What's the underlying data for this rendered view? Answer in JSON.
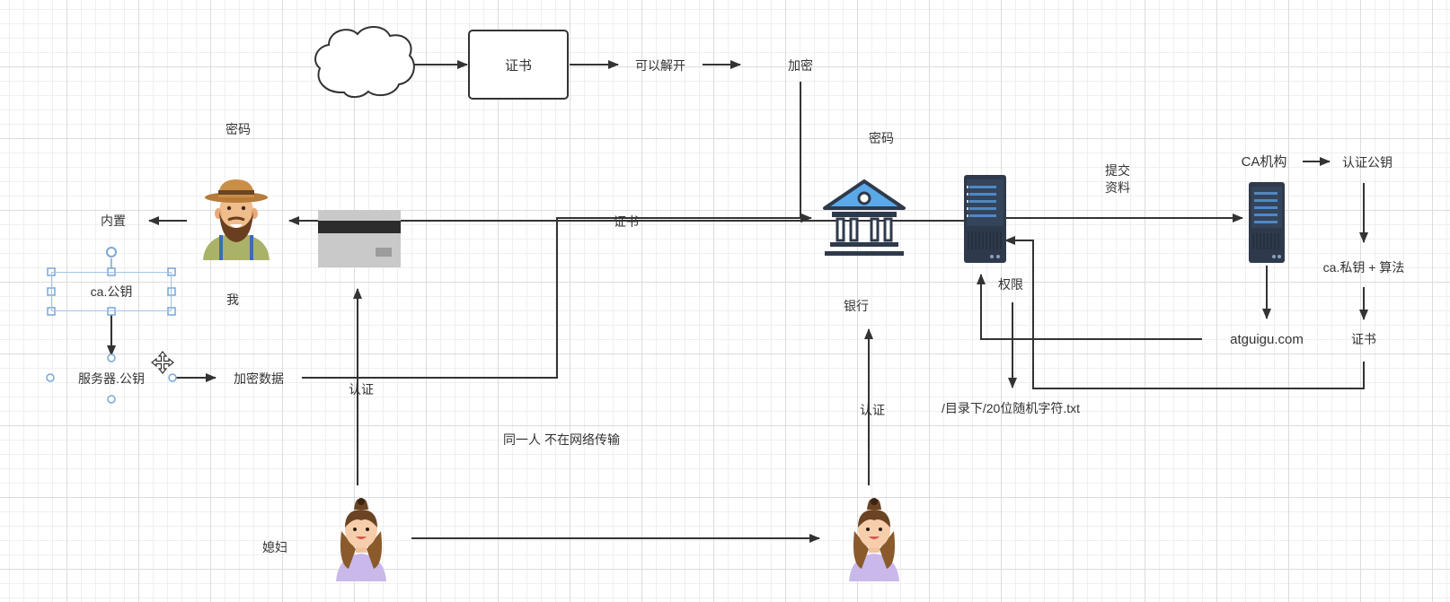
{
  "diagram": {
    "labels": {
      "certificate_box": "证书",
      "can_decrypt": "可以解开",
      "encrypt_top": "加密",
      "password_left": "密码",
      "password_bank": "密码",
      "built_in": "内置",
      "ca_public_key": "ca.公钥",
      "server_public_key": "服务器.公钥",
      "encrypted_data": "加密数据",
      "me": "我",
      "certificate_line": "证书",
      "bank": "银行",
      "authenticate_left": "认证",
      "authenticate_right": "认证",
      "same_person_note": "同一人 不在网络传输",
      "wife": "媳妇",
      "submit": "提交",
      "materials": "资料",
      "permission": "权限",
      "random_file": "/目录下/20位随机字符.txt",
      "ca_org": "CA机构",
      "auth_public_key": "认证公钥",
      "ca_private_key_algo": "ca.私钥 + 算法",
      "certificate_right": "证书",
      "domain": "atguigu.com"
    },
    "icons": [
      "cloud-icon",
      "farmer-avatar-icon",
      "bank-card-icon",
      "bank-building-icon",
      "server-icon",
      "ca-server-icon",
      "woman-avatar-icon",
      "move-cursor-icon"
    ],
    "colors": {
      "line": "#333333",
      "selection": "#7aa7d6",
      "grid": "#dcdcdc",
      "server_body": "#2e3a4b",
      "bank_roof": "#5ba9e8"
    }
  }
}
